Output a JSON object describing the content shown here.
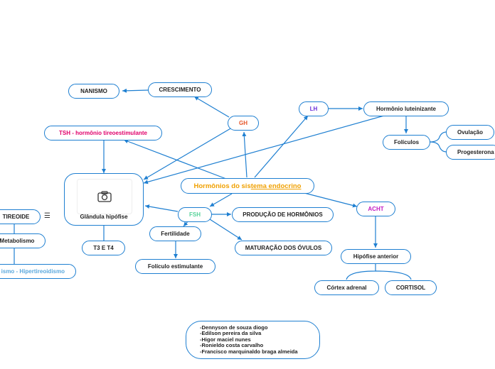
{
  "central": {
    "part1": "Hormônios do sis",
    "part2": "tema endocrino"
  },
  "nodes": {
    "nanismo": "NANISMO",
    "crescimento": "CRESCIMENTO",
    "gh": "GH",
    "lh": "LH",
    "hormonio_luteinizante": "Hormônio luteinizante",
    "foliculos": "Folículos",
    "ovulacao": "Ovulação",
    "progesterona": "Progesterona",
    "tsh": "TSH -  hormônio tireoestimulante",
    "glandula_hipofise": "Glândula hipófise",
    "tireoide": "TIREOIDE",
    "metabolismo": "Metabolismo",
    "hiper": "ismo - Hipertireoidismo",
    "t3_t4": "T3 E T4",
    "fsh": "FSH",
    "producao": "PRODUÇÃO DE HORMÔNIOS",
    "fertilidade": "Fertilidade",
    "foliculo_estimulante": "Folículo estimulante",
    "maturacao": "MATURAÇÃO DOS ÓVULOS",
    "acht": "ACHT",
    "hipofise_anterior": "Hipófise anterior",
    "cortex_adrenal": "Córtex adrenal",
    "cortisol": "CORTISOL"
  },
  "authors": [
    "-Dennyson de souza diogo",
    "-Edilson pereira da silva",
    "-Higor maciel nunes",
    "-Ronieldo costa carvalho",
    "-Francisco marquinaldo braga almeida"
  ],
  "icons": {
    "image": "camera-icon",
    "menu": "menu-icon"
  },
  "colors": {
    "border": "#1e7fd1",
    "central_text": "#f0a000",
    "tsh_text": "#e0006a",
    "gh_text": "#e5562a",
    "lh_text": "#6d2fd8",
    "acht_text": "#c21ac2",
    "fsh_text": "#58d39a"
  }
}
